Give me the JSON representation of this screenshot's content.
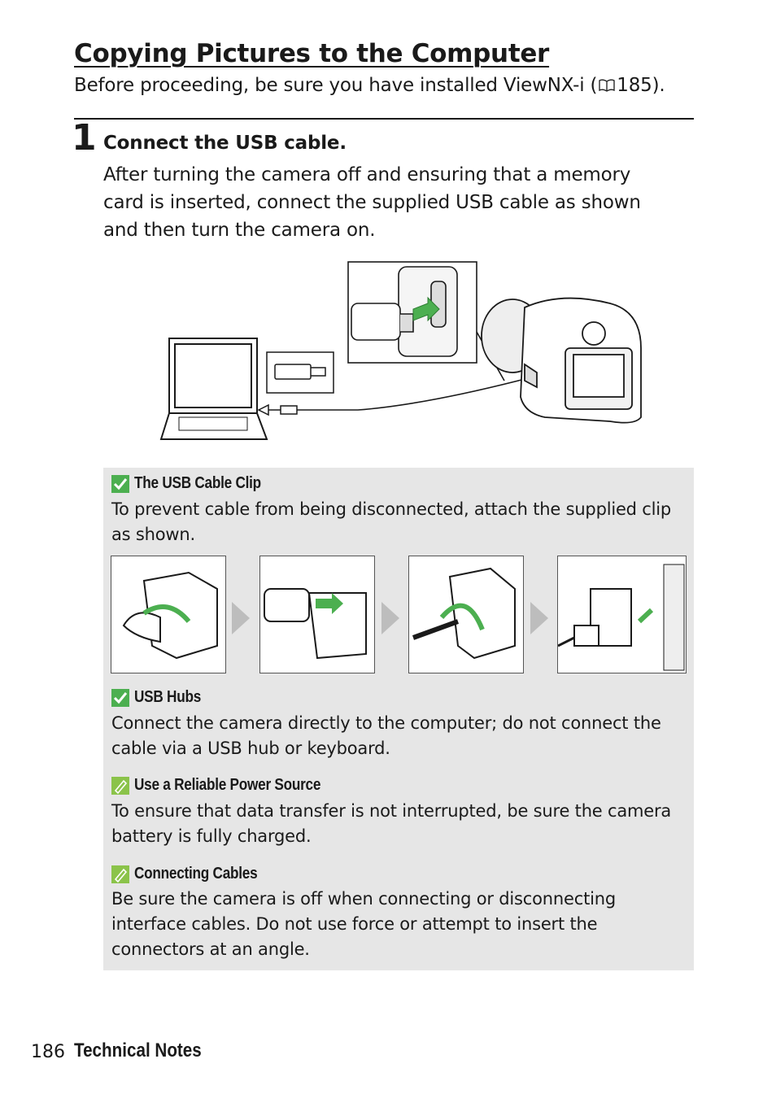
{
  "header": {
    "title": "Copying Pictures to the Computer",
    "intro": "Before proceeding, be sure you have installed ViewNX-i (\t\t 185).",
    "intro_text_before": "Before proceeding, be sure you have installed ViewNX-i (",
    "intro_ref": "185).",
    "intro_ref_icon": "book-icon"
  },
  "step": {
    "number": "1",
    "title": "Connect the USB cable.",
    "body_lines": [
      "After turning the camera off and ensuring that a memory",
      "card is inserted, connect the supplied USB cable as shown",
      "and then turn the camera on."
    ]
  },
  "notes": [
    {
      "icon": "check-icon",
      "title": "The USB Cable Clip",
      "lines": [
        "To prevent cable from being disconnected, attach the supplied clip",
        "as shown."
      ]
    },
    {
      "icon": "check-icon",
      "title": "USB Hubs",
      "lines": [
        "Connect the camera directly to the computer; do not connect the",
        "cable via a USB hub or keyboard."
      ]
    },
    {
      "icon": "pencil-icon",
      "title": "Use a Reliable Power Source",
      "lines": [
        "To ensure that data transfer is not interrupted, be sure the camera",
        "battery is fully charged."
      ]
    },
    {
      "icon": "pencil-icon",
      "title": "Connecting Cables",
      "lines": [
        "Be sure the camera is off when connecting or disconnecting",
        "interface cables.  Do not use force or attempt to insert the",
        "connectors at an angle."
      ]
    }
  ],
  "colors": {
    "note_panel": "#e6e6e6",
    "check_icon": "#4caf50",
    "pencil_icon": "#8bc34a",
    "arrow": "#4caf50"
  },
  "footer": {
    "page_number": "186",
    "section": "Technical Notes"
  }
}
